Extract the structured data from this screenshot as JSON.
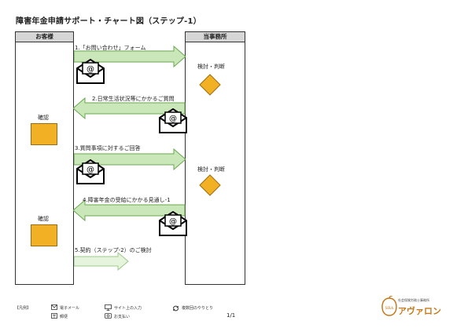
{
  "title": "障害年金申請サポート・チャート図（ステップ-1）",
  "columns": {
    "left": "お客様",
    "right": "当事務所"
  },
  "steps": {
    "s1": "1.「お問い合わせ」フォーム",
    "s2": "2.日常生活状況等にかかるご質問",
    "s3": "3.質問事項に対するご回答",
    "s4": "4.障害年金の受給にかかる見通し-1",
    "s5": "5.契約（ステップ-2）のご検討"
  },
  "review": {
    "r1": "検討・判断",
    "r2": "検討・判断"
  },
  "confirm": {
    "c1": "確認",
    "c2": "確認"
  },
  "mail_glyph": "@",
  "legend": {
    "label": "【凡例】",
    "email": "電子メール",
    "post": "郵便",
    "site": "サイト上の入力",
    "payment": "お支払い",
    "repeat": "複数回のやりとり"
  },
  "page": "1/1",
  "logo": {
    "tagline": "社会保険労務士事務所",
    "name": "アヴァロン",
    "mark": "SRA"
  },
  "colors": {
    "arrow_fill": "#c9e7b8",
    "arrow_stroke": "#6aa84f",
    "diamond": "#f2b025",
    "header": "#d6d6d6"
  }
}
